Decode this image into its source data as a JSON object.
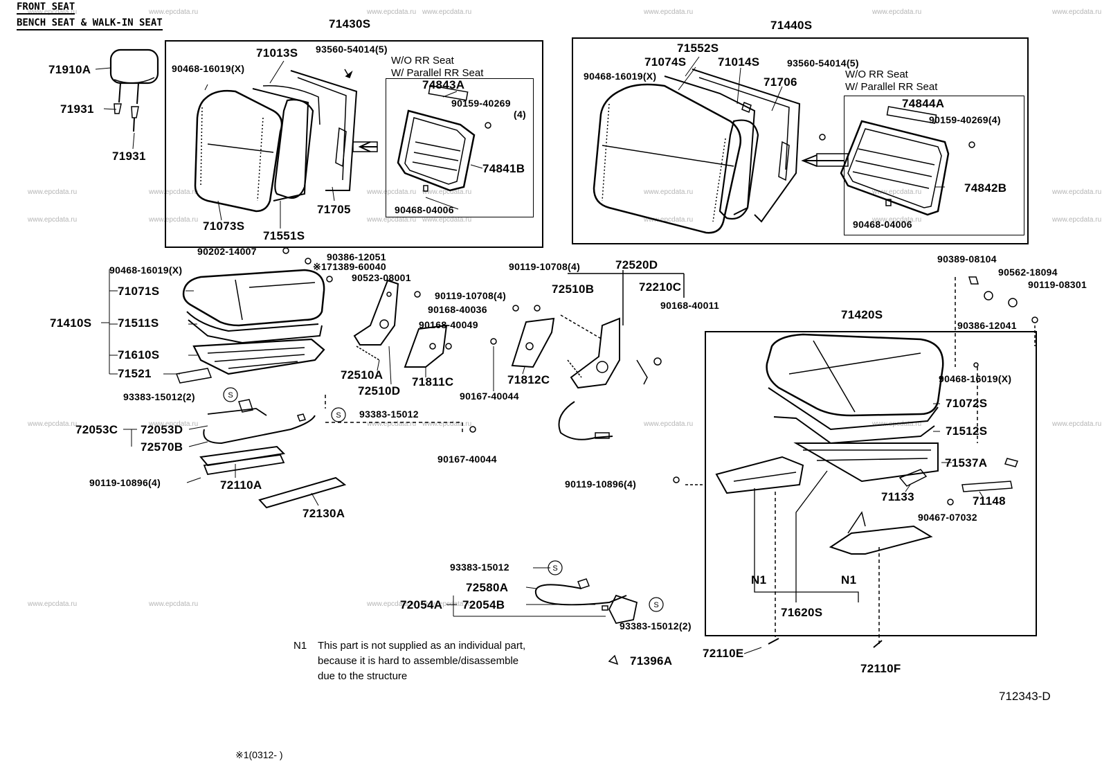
{
  "header": {
    "line1": "FRONT SEAT",
    "line2": "BENCH SEAT & WALK-IN SEAT"
  },
  "watermark": "www.epcdata.ru",
  "watermark_count": 32,
  "groups": {
    "left_back_assy": "71430S",
    "right_back_assy": "71440S",
    "left_cushion_assy": "71410S",
    "right_cushion_assy": "71420S"
  },
  "labels": {
    "headrest": "71910A",
    "support_upper": "71931",
    "support_lower": "71931",
    "pad_back_l": "71013S",
    "clip_back_l": "90468-16019(X)",
    "screw_back_l": "93560-54014(5)",
    "cond_back_l_1": "W/O RR Seat",
    "cond_back_l_2": "W/ Parallel RR Seat",
    "board_l": "74843A",
    "screw_board_l": "90159-40269",
    "screw_board_l_qty": "(4)",
    "board_assy_l": "74841B",
    "clip_board_l": "90468-04006",
    "cover_back_l": "71073S",
    "frame_back_l": "71551S",
    "spring_back_l": "71705",
    "cover_back_r": "71552S",
    "frame_back_r": "71074S",
    "pad_back_r": "71014S",
    "clip_back_r": "90468-16019(X)",
    "spring_back_r": "71706",
    "screw_back_r": "93560-54014(5)",
    "cond_back_r_1": "W/O RR Seat",
    "cond_back_r_2": "W/ Parallel RR Seat",
    "board_r": "74844A",
    "screw_board_r": "90159-40269(4)",
    "board_assy_r": "74842B",
    "clip_board_r": "90468-04006",
    "nut_cushion": "90202-14007",
    "bolt_cushion": "90386-12051",
    "ref_1": "※171389-60040",
    "washer_1": "90523-08001",
    "clip_cushion_l": "90468-16019(X)",
    "cover_cushion_l": "71071S",
    "pad_cushion_l": "71511S",
    "frame_cushion_l": "71610S",
    "spring_cushion_l": "71521",
    "bolt_hinge_1": "90119-10708(4)",
    "nut_hinge_1": "90168-40036",
    "nut_hinge_2": "90168-40049",
    "hinge_l": "72510A",
    "hinge_assy_l": "72510D",
    "cover_hinge_l": "71811C",
    "clip_hinge_1": "90167-40044",
    "cover_hinge_r": "71812C",
    "bolt_hinge_2": "90119-10708(4)",
    "hinge_assy_r": "72520D",
    "hinge_r": "72510B",
    "lever_r": "72210C",
    "nut_hinge_3": "90168-40011",
    "clip_hinge_2": "90167-40044",
    "snap_1": "93383-15012(2)",
    "snap_2": "93383-15012",
    "adjuster_assy": "72053C",
    "adjuster": "72053D",
    "cable_l": "72570B",
    "bolt_track_l": "90119-10896(4)",
    "track_l": "72110A",
    "bar_l": "72130A",
    "bolt_r1": "90389-08104",
    "cap_r": "90562-18094",
    "bolt_r2": "90119-08301",
    "bolt_r3": "90386-12041",
    "clip_cushion_r": "90468-16019(X)",
    "cover_cushion_r": "71072S",
    "pad_cushion_r": "71512S",
    "cover_trim_r": "71537A",
    "bolt_track_r": "90119-10896(4)",
    "trim_r1": "71133",
    "trim_r2": "71148",
    "clip_r": "90467-07032",
    "frame_cushion_r": "71620S",
    "n1_left": "N1",
    "n1_right": "N1",
    "rail_e": "72110E",
    "rail_f": "72110F",
    "snap_3": "93383-15012",
    "cable_r": "72580A",
    "adjuster_assy_2": "72054A",
    "adjuster_2": "72054B",
    "snap_4": "93383-15012(2)",
    "hook": "71396A",
    "diagram_id": "712343-D",
    "footnote": "※1(0312-        )"
  },
  "note": {
    "mark": "N1",
    "line1": "This part is not supplied as an individual part,",
    "line2": "because it is hard to assemble/disassemble",
    "line3": "due to the structure"
  }
}
